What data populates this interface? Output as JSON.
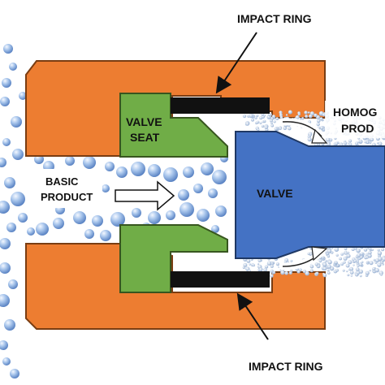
{
  "labels": {
    "impact_ring_top": "IMPACT RING",
    "impact_ring_bottom": "IMPACT RING",
    "valve_seat_line1": "VALVE",
    "valve_seat_line2": "SEAT",
    "valve": "VALVE",
    "basic_product_line1": "BASIC",
    "basic_product_line2": "PRODUCT",
    "homogenized_line1": "HOMOG",
    "homogenized_line2": "PROD"
  },
  "colors": {
    "housing": "#ED7D31",
    "housing_stroke": "#7A3D12",
    "valve_seat": "#70AD47",
    "valve_seat_stroke": "#37561F",
    "valve": "#4472C4",
    "valve_stroke": "#1F3864",
    "impact_ring": "#111111",
    "droplet": "#8FB4E3"
  }
}
